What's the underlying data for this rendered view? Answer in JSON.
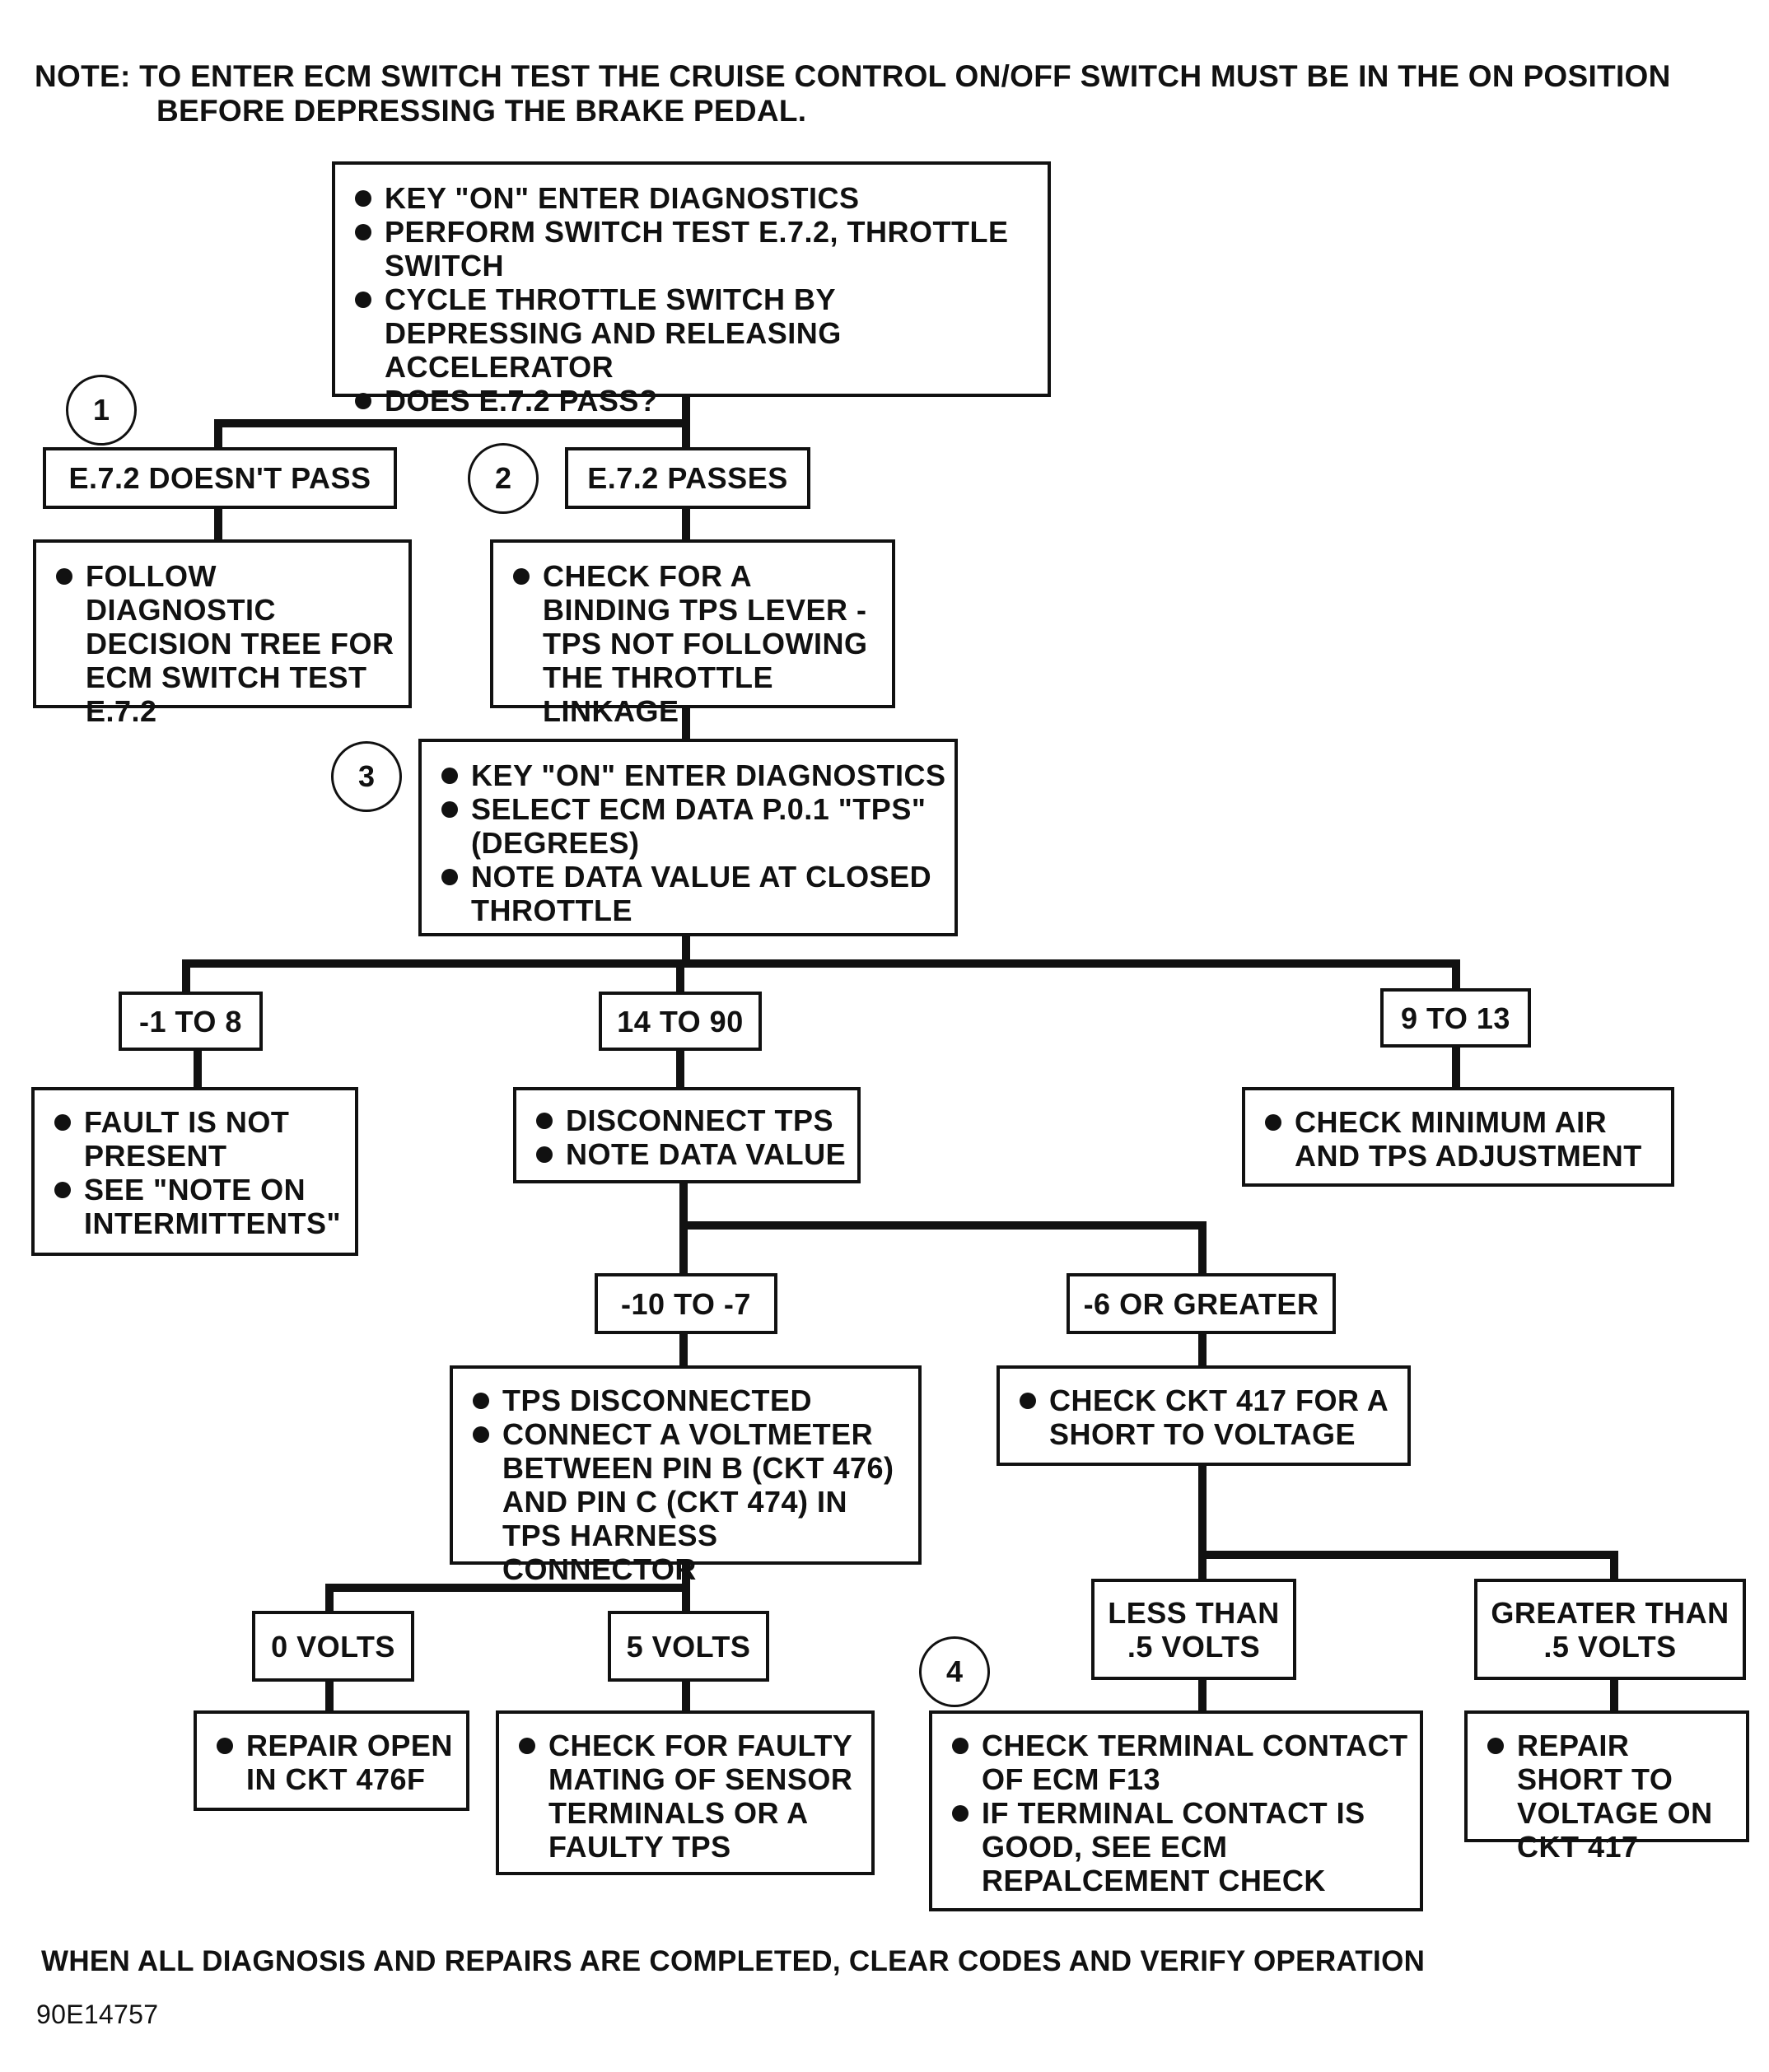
{
  "note": {
    "line1": "NOTE: TO ENTER ECM SWITCH TEST THE CRUISE CONTROL ON/OFF SWITCH MUST BE IN THE ON POSITION",
    "line2": "BEFORE DEPRESSING THE BRAKE PEDAL."
  },
  "steps": {
    "start": [
      "KEY \"ON\" ENTER DIAGNOSTICS",
      "PERFORM SWITCH TEST E.7.2, THROTTLE SWITCH",
      "CYCLE THROTTLE SWITCH BY DEPRESSING AND RELEASING ACCELERATOR",
      "DOES E.7.2 PASS?"
    ],
    "fail_label": "E.7.2 DOESN'T PASS",
    "pass_label": "E.7.2 PASSES",
    "fail_action": [
      "FOLLOW DIAGNOSTIC DECISION TREE FOR ECM SWITCH TEST E.7.2"
    ],
    "pass_action": [
      "CHECK FOR A BINDING TPS LEVER - TPS NOT FOLLOWING THE THROTTLE LINKAGE"
    ],
    "tps_check": [
      "KEY \"ON\" ENTER DIAGNOSTICS",
      "SELECT ECM DATA P.0.1 \"TPS\" (DEGREES)",
      "NOTE DATA VALUE AT CLOSED THROTTLE"
    ],
    "range_low": "-1 TO 8",
    "range_high": "14 TO 90",
    "range_mid": "9 TO 13",
    "low_action": [
      "FAULT IS NOT PRESENT",
      "SEE \"NOTE ON INTERMITTENTS\""
    ],
    "high_action": [
      "DISCONNECT TPS",
      "NOTE DATA VALUE"
    ],
    "mid_action": [
      "CHECK MINIMUM AIR AND TPS ADJUSTMENT"
    ],
    "disc_low": "-10 TO -7",
    "disc_high": "-6 OR GREATER",
    "disc_low_action": [
      "TPS DISCONNECTED",
      "CONNECT A VOLTMETER BETWEEN PIN B (CKT 476) AND PIN C (CKT 474) IN TPS HARNESS CONNECTOR"
    ],
    "disc_high_action": [
      "CHECK CKT 417 FOR A SHORT TO VOLTAGE"
    ],
    "zero_volts": "0 VOLTS",
    "five_volts": "5 VOLTS",
    "less_than": "LESS THAN .5 VOLTS",
    "greater_than": "GREATER THAN .5 VOLTS",
    "zero_action": [
      "REPAIR OPEN IN CKT 476F"
    ],
    "five_action": [
      "CHECK FOR FAULTY MATING OF SENSOR TERMINALS OR A FAULTY TPS"
    ],
    "less_action": [
      "CHECK TERMINAL CONTACT OF ECM  F13",
      "IF TERMINAL CONTACT IS GOOD, SEE ECM REPALCEMENT CHECK"
    ],
    "greater_action": [
      "REPAIR SHORT TO VOLTAGE ON CKT 417"
    ]
  },
  "circles": [
    "1",
    "2",
    "3",
    "4"
  ],
  "footer": "WHEN ALL DIAGNOSIS AND REPAIRS ARE COMPLETED, CLEAR CODES AND VERIFY OPERATION",
  "figure_code": "90E14757"
}
